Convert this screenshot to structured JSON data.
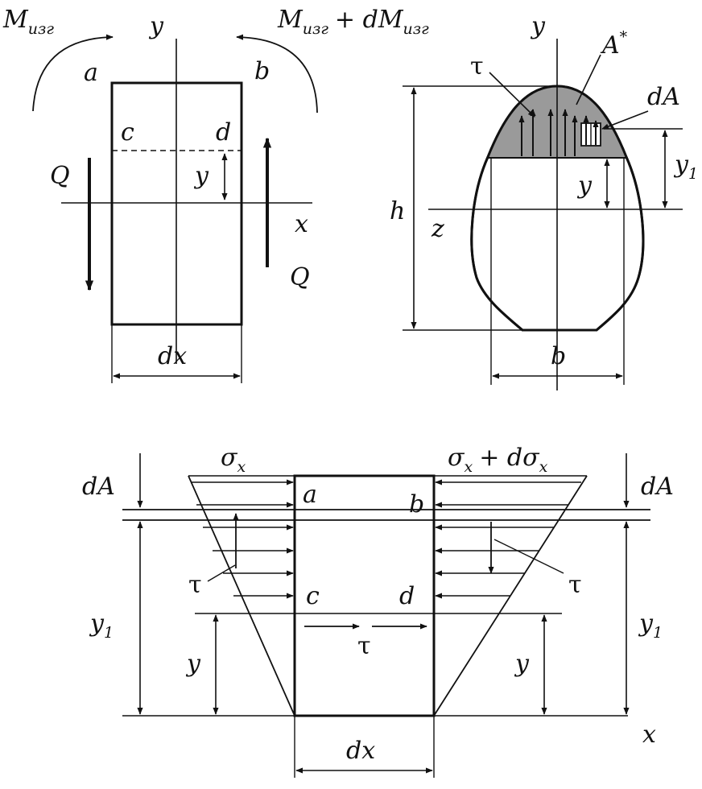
{
  "top_left": {
    "m_left": "M",
    "m_left_sub": "изг",
    "m_right_main": "M",
    "m_right_sub": "изг",
    "m_right_plus": "+ d",
    "m_right_main2": "M",
    "m_right_sub2": "изг",
    "y_axis": "y",
    "x_axis": "x",
    "a": "a",
    "b": "b",
    "c": "c",
    "d": "d",
    "q_left": "Q",
    "q_right": "Q",
    "y": "y",
    "dx": "dx"
  },
  "top_right": {
    "y_axis": "y",
    "a_star": "A",
    "a_star_sup": "*",
    "tau": "τ",
    "da": "dA",
    "h": "h",
    "z": "z",
    "y": "y",
    "y1": "y",
    "y1_sub": "1",
    "b": "b"
  },
  "bottom": {
    "da_left": "dA",
    "da_right": "dA",
    "sigma_left": "σ",
    "sigma_left_sub": "x",
    "sigma_right": "σ",
    "sigma_right_sub": "x",
    "sigma_right_plus": "+ d",
    "sigma_right2": "σ",
    "sigma_right2_sub": "x",
    "a": "a",
    "b": "b",
    "c": "c",
    "d": "d",
    "tau_left": "τ",
    "tau_right": "τ",
    "tau_mid": "τ",
    "y1_left": "y",
    "y1_left_sub": "1",
    "y1_right": "y",
    "y1_right_sub": "1",
    "y_left": "y",
    "y_right": "y",
    "dx": "dx",
    "x_axis": "x"
  },
  "colors": {
    "ink": "#111111",
    "shade": "#9a9a9a"
  }
}
